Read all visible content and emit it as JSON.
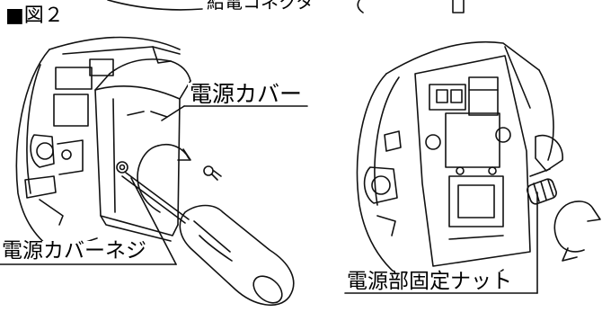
{
  "figure": {
    "title": "■図２",
    "top_partial_label": "給電コネクタ"
  },
  "labels": {
    "power_cover": "電源カバー",
    "power_cover_screw": "電源カバーネジ",
    "power_fixing_nut": "電源部固定ナット"
  },
  "colors": {
    "line": "#111111",
    "background": "#ffffff"
  }
}
